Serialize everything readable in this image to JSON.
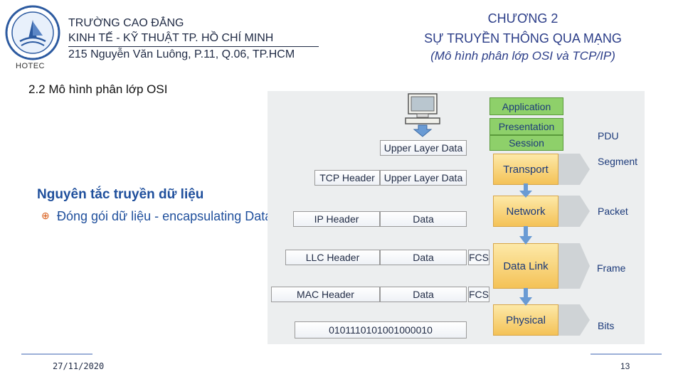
{
  "header": {
    "logo_text": "HOTEC",
    "school_line1": "TRƯỜNG CAO ĐẲNG",
    "school_line2": "KINH TẾ - KỸ THUẬT TP. HỒ CHÍ MINH",
    "school_line3": "215 Nguyễn Văn Luông, P.11, Q.06, TP.HCM",
    "chapter_title": "CHƯƠNG 2",
    "chapter_subtitle": "SỰ TRUYỀN THÔNG QUA MẠNG",
    "chapter_note": "(Mô hình phân lớp OSI và TCP/IP)"
  },
  "section_title": "2.2 Mô hình phân lớp OSI",
  "principle": {
    "heading": "Nguyên tắc truyền dữ liệu",
    "bullet": "Đóng gói dữ liệu - encapsulating Data"
  },
  "diagram": {
    "upper_layers": [
      "Application",
      "Presentation",
      "Session"
    ],
    "layers": [
      "Transport",
      "Network",
      "Data Link",
      "Physical"
    ],
    "pdu_label": "PDU",
    "pdu": [
      "Segment",
      "Packet",
      "Frame",
      "Bits"
    ],
    "upper_layer_data": "Upper Layer Data",
    "tcp_header": "TCP Header",
    "ip_header": "IP Header",
    "llc_header": "LLC Header",
    "mac_header": "MAC Header",
    "data_label": "Data",
    "fcs_label": "FCS",
    "bits": "0101110101001000010",
    "colors": {
      "green": "#8ed06a",
      "layer": "#f4c257",
      "pdu_arrow": "#cfd3d6",
      "down_arrow": "#6a9bd4"
    }
  },
  "footer": {
    "date": "27/11/2020",
    "page": "13"
  }
}
